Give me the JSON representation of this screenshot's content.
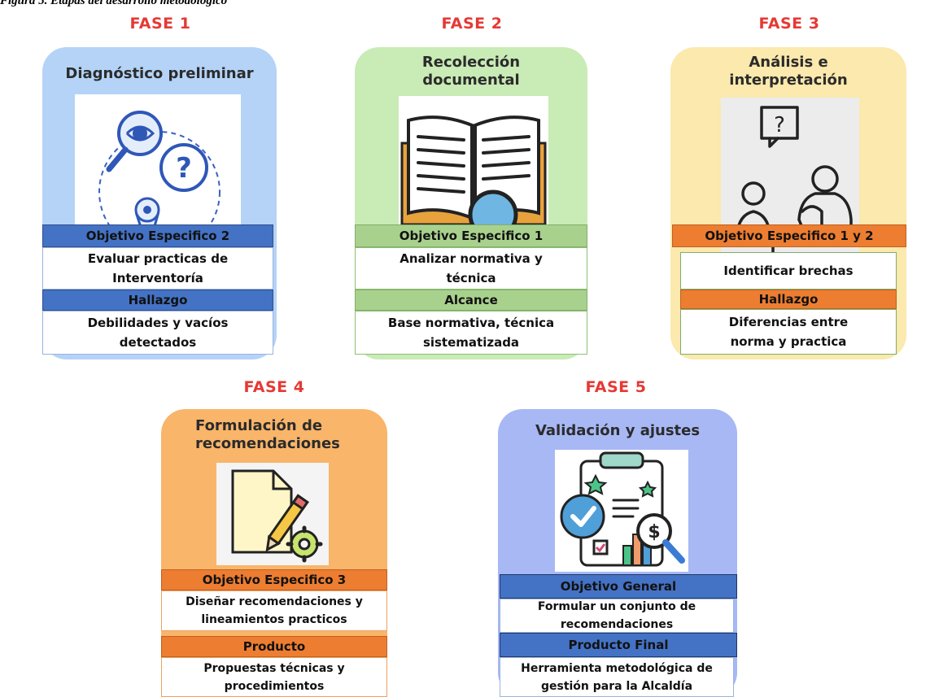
{
  "figure": {
    "caption": "Figura 5. Etapas del desarrollo metodológico"
  },
  "phases": [
    {
      "label": "FASE 1",
      "title": "Diagnóstico preliminar",
      "icon": "magnifier-question-map-icon",
      "objective_label": "Objetivo Especifico 2",
      "objective_text": "Evaluar practicas de\nInterventoría",
      "second_label": "Hallazgo",
      "second_text": "Debilidades y vacíos\ndetectados",
      "bg_color": "#b4d3f7"
    },
    {
      "label": "FASE 2",
      "title": "Recolección\ndocumental",
      "icon": "open-book-magnifier-icon",
      "objective_label": "Objetivo Especifico 1",
      "objective_text": "Analizar normativa y\ntécnica",
      "second_label": "Alcance",
      "second_text": "Base normativa, técnica\nsistematizada",
      "bg_color": "#c9ebb6"
    },
    {
      "label": "FASE 3",
      "title": "Análisis e\ninterpretación",
      "icon": "meeting-question-icon",
      "objective_label": "Objetivo Especifico 1 y 2",
      "objective_text": "Identificar brechas",
      "second_label": "Hallazgo",
      "second_text": "Diferencias entre\nnorma y practica",
      "bg_color": "#fbe9ad"
    },
    {
      "label": "FASE 4",
      "title": "Formulación de\nrecomendaciones",
      "icon": "document-pencil-gear-icon",
      "objective_label": "Objetivo Especifico 3",
      "objective_text": "Diseñar recomendaciones y\nlineamientos practicos",
      "second_label": "Producto",
      "second_text": "Propuestas técnicas y\nprocedimientos",
      "bg_color": "#f9b56a"
    },
    {
      "label": "FASE 5",
      "title": "Validación y ajustes",
      "icon": "clipboard-check-analytics-icon",
      "objective_label": "Objetivo General",
      "objective_text": "Formular un conjunto de\nrecomendaciones",
      "second_label": "Producto Final",
      "second_text": "Herramienta metodológica de\ngestión para la Alcaldía",
      "bg_color": "#a7b8f5"
    }
  ]
}
